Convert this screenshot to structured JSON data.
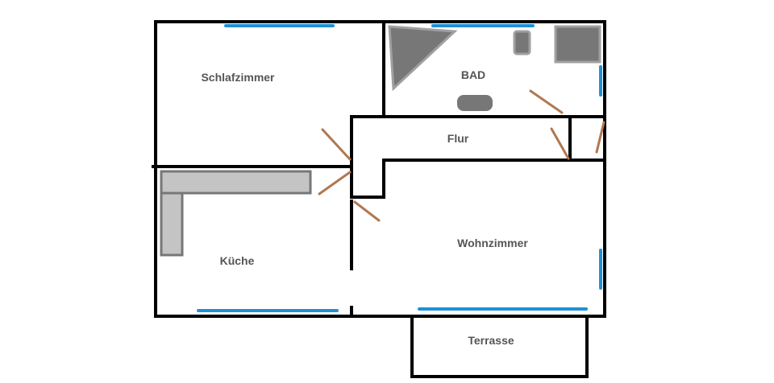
{
  "rooms": {
    "bedroom": "Schlafzimmer",
    "bathroom": "BAD",
    "hallway": "Flur",
    "kitchen": "Küche",
    "living_room": "Wohnzimmer",
    "terrace": "Terrasse"
  },
  "colors": {
    "wall": "#000000",
    "window": "#1e90d6",
    "door": "#b07850",
    "fixture": "#777777",
    "fixture_light": "#c4c4c4",
    "fixture_border": "#a0a0a0",
    "label": "#555555"
  }
}
